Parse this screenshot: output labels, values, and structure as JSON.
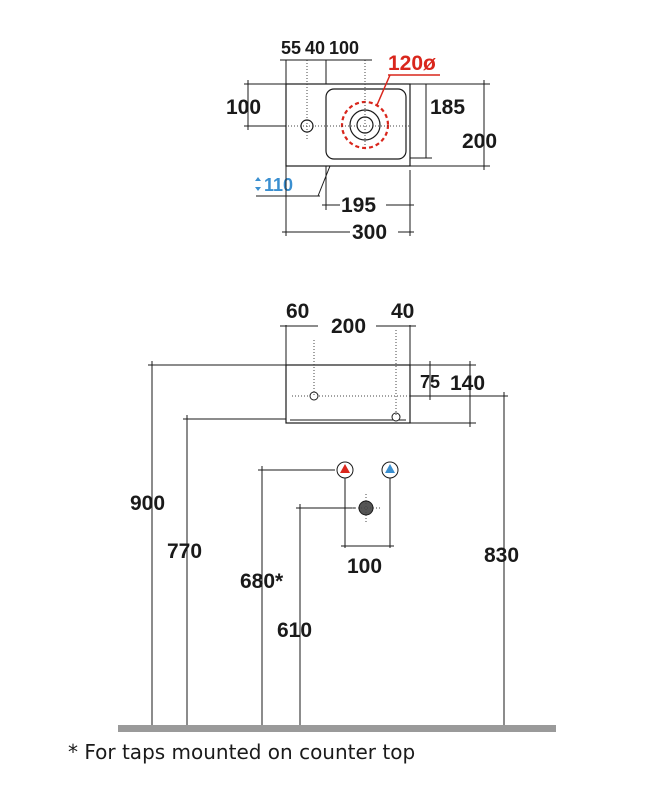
{
  "top_view": {
    "dims": {
      "d55": "55",
      "d40": "40",
      "d100_top": "100",
      "d120": "120ø",
      "d100_left": "100",
      "d185": "185",
      "d200": "200",
      "d110": "110",
      "d195": "195",
      "d300": "300"
    }
  },
  "front_view": {
    "dims": {
      "d60": "60",
      "d200": "200",
      "d40": "40",
      "d75": "75",
      "d140": "140",
      "d900": "900",
      "d770": "770",
      "d680": "680*",
      "d610": "610",
      "d100": "100",
      "d830": "830"
    }
  },
  "footnote": "* For taps mounted on counter top",
  "colors": {
    "red": "#d9261c",
    "blue": "#3a8fd0",
    "floor": "#9a9a9a"
  }
}
